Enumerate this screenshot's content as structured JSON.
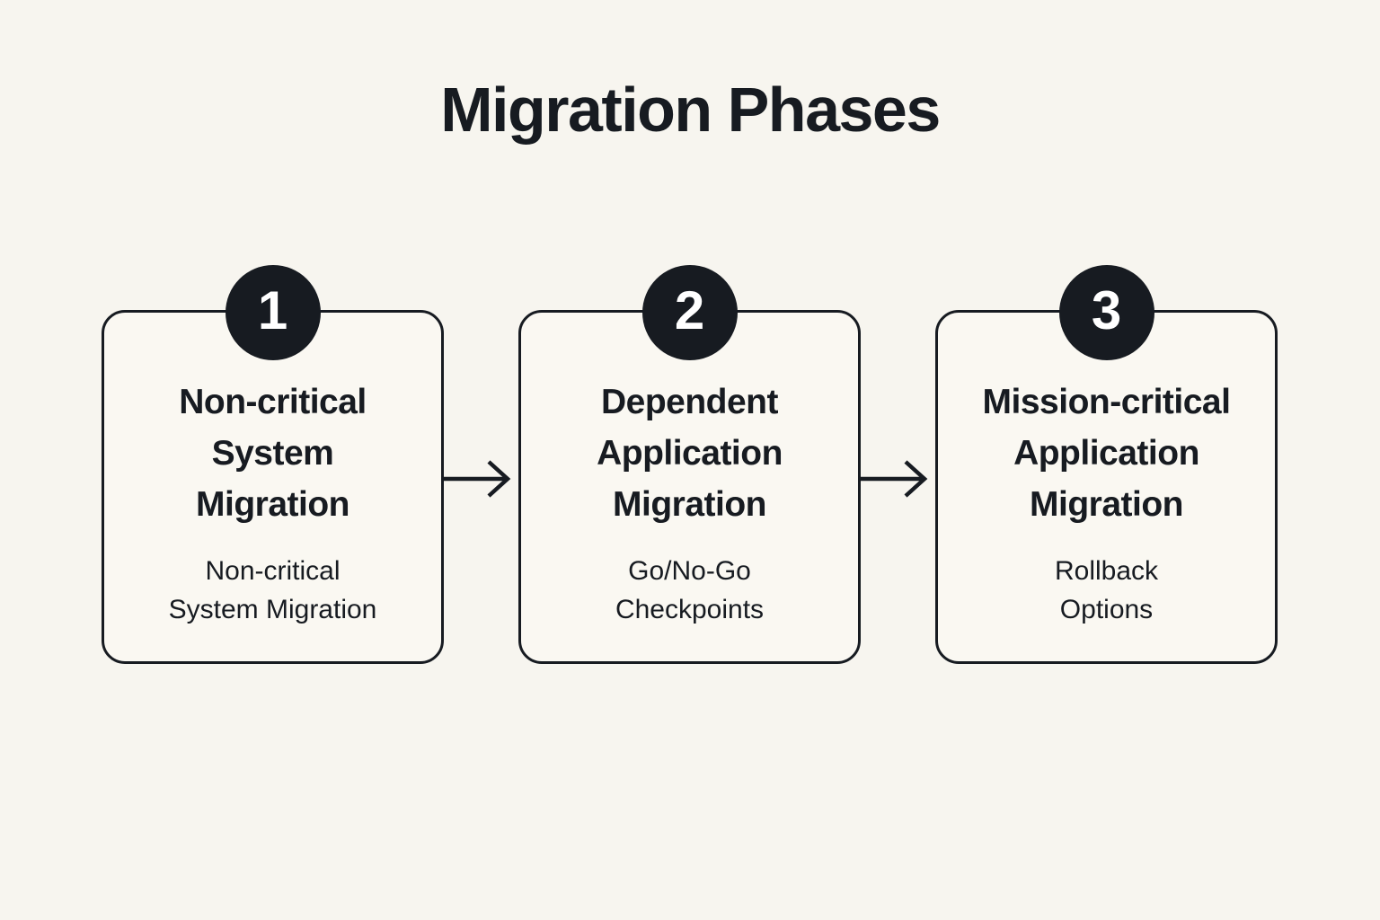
{
  "title": "Migration Phases",
  "phases": [
    {
      "number": "1",
      "title": "Non-critical\nSystem\nMigration",
      "subtitle": "Non-critical\nSystem Migration"
    },
    {
      "number": "2",
      "title": "Dependent\nApplication\nMigration",
      "subtitle": "Go/No-Go\nCheckpoints"
    },
    {
      "number": "3",
      "title": "Mission-critical\nApplication\nMigration",
      "subtitle": "Rollback\nOptions"
    }
  ],
  "colors": {
    "background": "#F7F5EF",
    "card_background": "#FAF8F2",
    "ink": "#171B21",
    "badge_background": "#171B21",
    "badge_text": "#FFFFFF"
  }
}
